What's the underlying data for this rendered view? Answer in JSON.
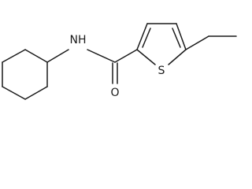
{
  "molecule": {
    "atoms": {
      "nh": "NH",
      "o": "O",
      "s": "S"
    }
  }
}
